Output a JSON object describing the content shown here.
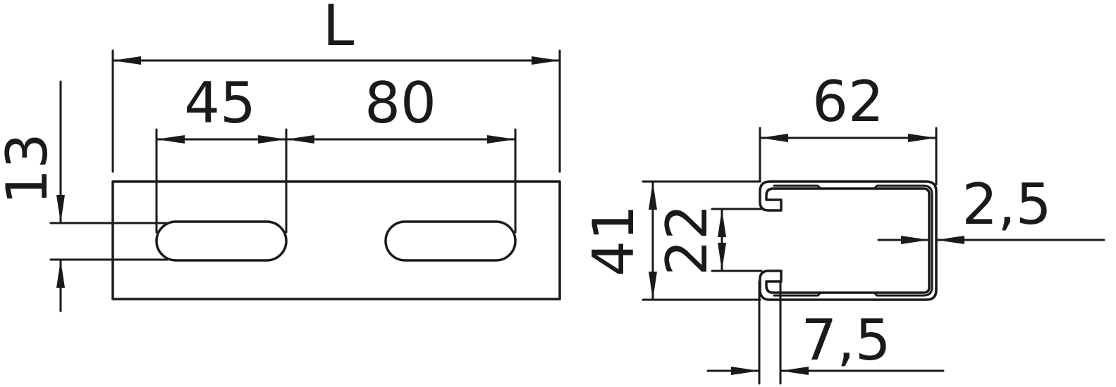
{
  "colors": {
    "line": "#1a1a1a",
    "background": "#ffffff"
  },
  "side_view": {
    "length_label": "L",
    "slot_length_label": "45",
    "slot_spacing_label": "80",
    "slot_width_label": "13"
  },
  "section_view": {
    "width_label": "62",
    "height_label": "41",
    "opening_label": "22",
    "thickness_label": "2,5",
    "lip_label": "7,5"
  }
}
